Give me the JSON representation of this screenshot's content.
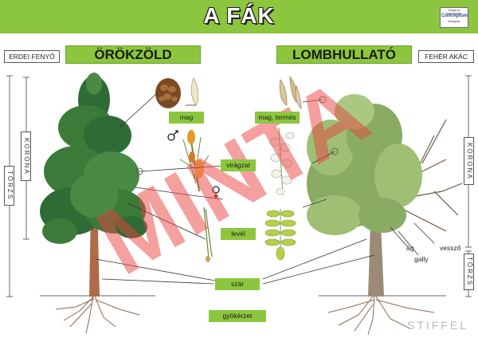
{
  "title": "A FÁK",
  "logo": {
    "line1": "Kiadja és forgalmazza:",
    "line2": "Conceptum",
    "line3": "Budapest"
  },
  "left_band": "ÖRÖKZÖLD",
  "right_band": "LOMBHULLATÓ",
  "left_tree_label": "ERDEI FENYŐ",
  "right_tree_label": "FEHÉR AKÁC",
  "left_vertical": {
    "korona": "KORONA",
    "torzs": "TÖRZS"
  },
  "right_vertical": {
    "korona": "KORONA",
    "torzs": "TÖRZS"
  },
  "labels": {
    "mag": "mag",
    "mag_termes": "mag, termés",
    "viragzat": "virágzat",
    "level": "levél",
    "szar": "szár",
    "gyokerzet": "gyökérzet"
  },
  "branch_labels": {
    "ag": "ág",
    "gally": "gally",
    "vesszo": "vessző"
  },
  "overlay_text": "MINTA",
  "watermark": "STIFFEL",
  "colors": {
    "band_green": "#8cc63f",
    "minta_red": "#e8413f",
    "pine_green": "#3c7a3a",
    "acacia_green": "#9fbf74"
  }
}
